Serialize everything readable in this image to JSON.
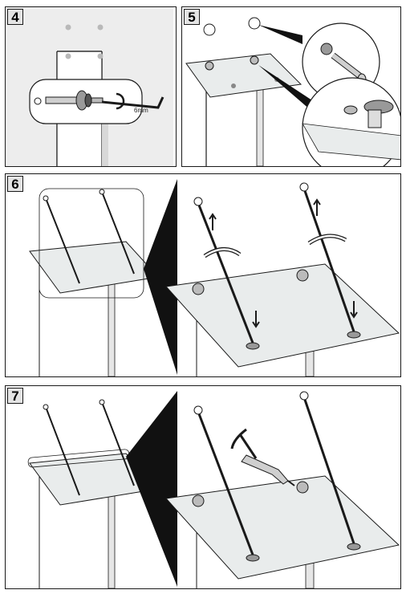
{
  "steps": [
    {
      "number": "4",
      "tool_label": "6mm"
    },
    {
      "number": "5"
    },
    {
      "number": "6"
    },
    {
      "number": "7"
    }
  ],
  "colors": {
    "glass": "#e9ecec",
    "wall": "#efefef",
    "line": "#1a1a1a",
    "badge": "#e4e4e4"
  }
}
